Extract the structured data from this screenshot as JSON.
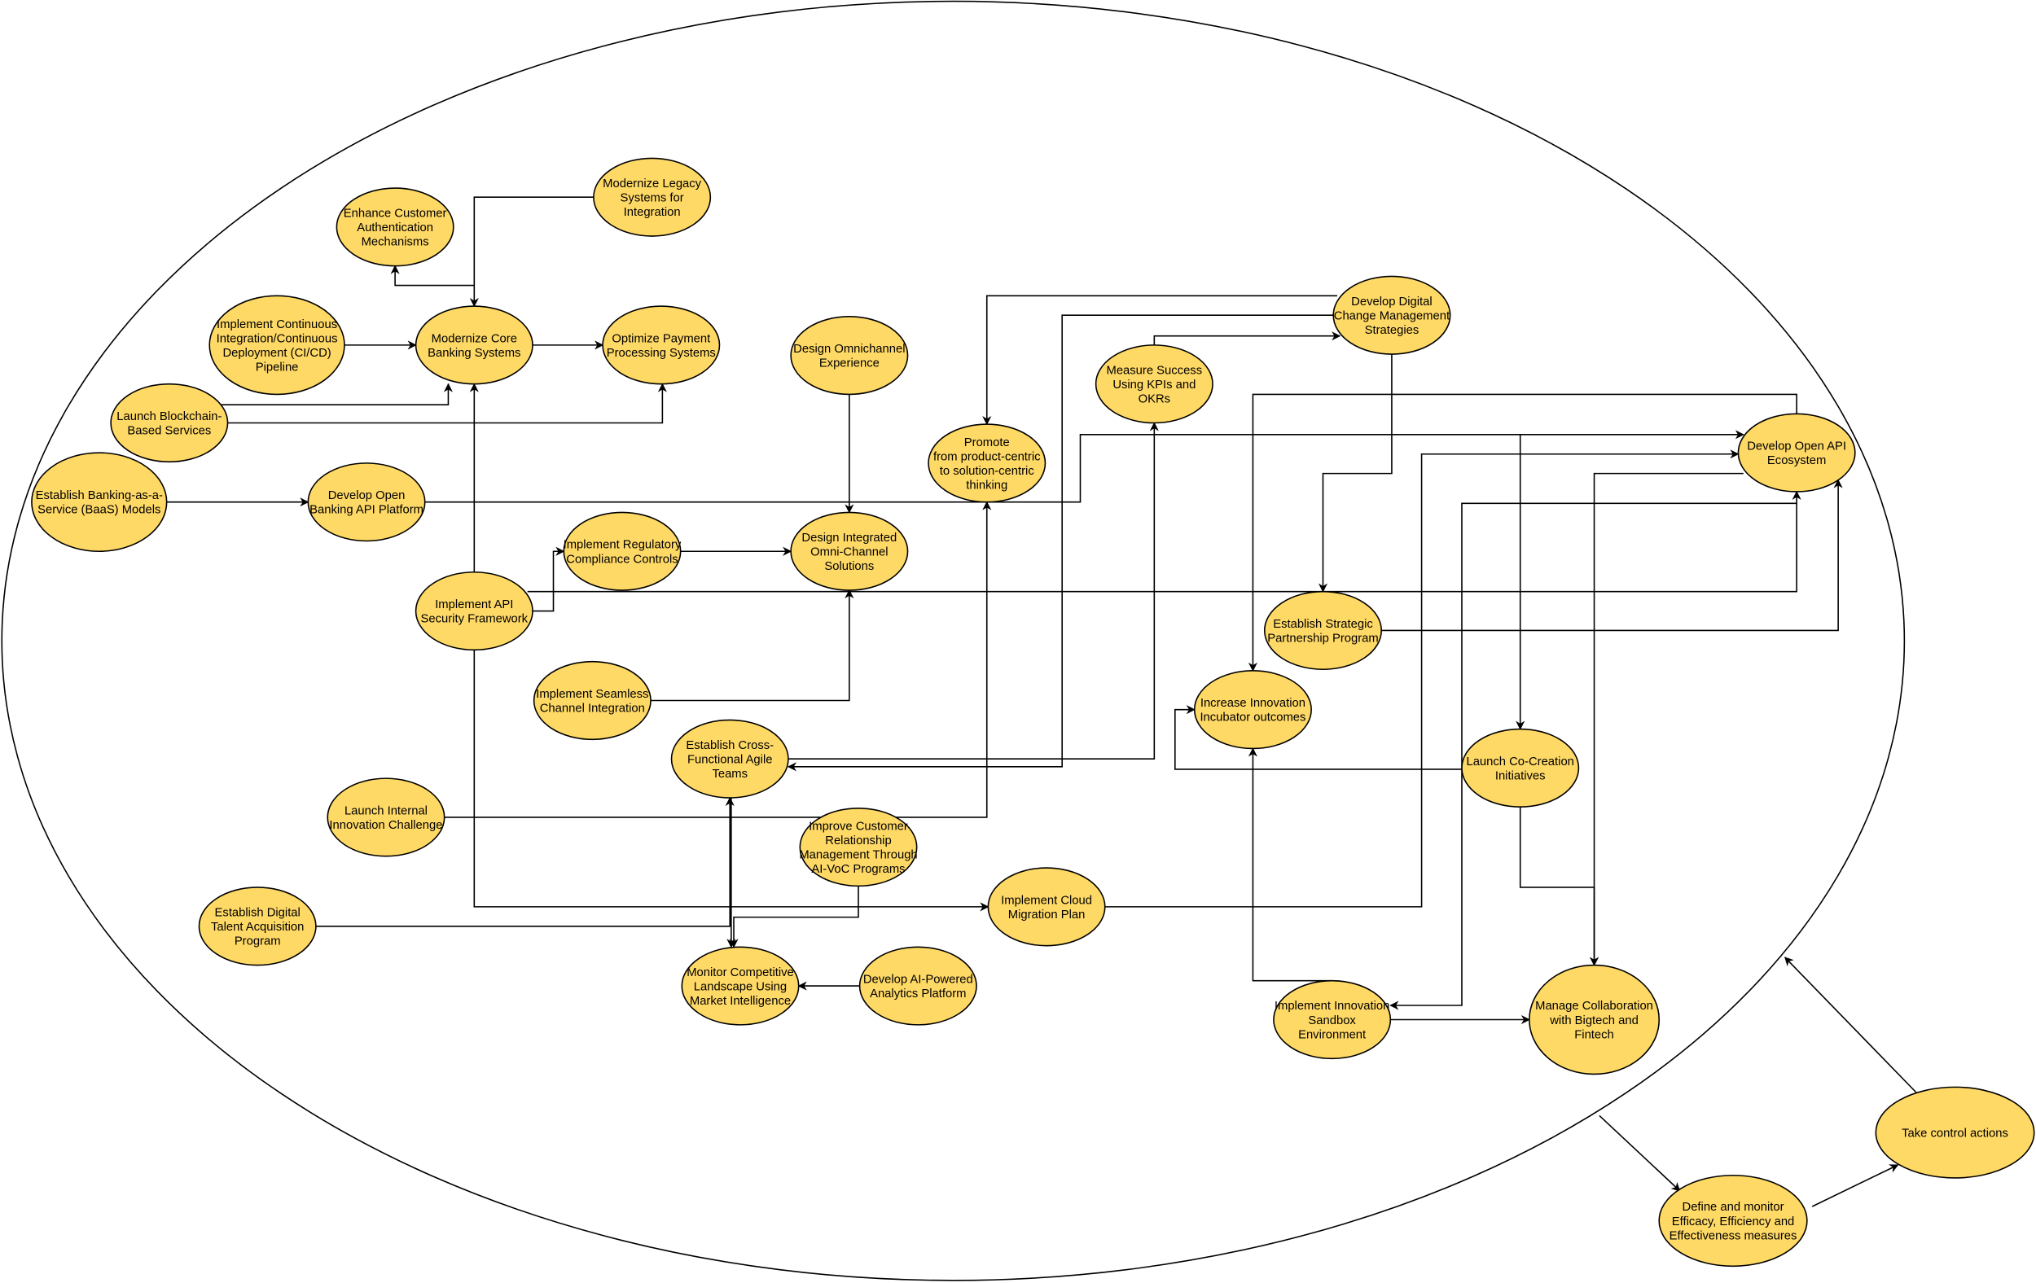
{
  "colors": {
    "node_fill": "#FFD966",
    "stroke": "#000000",
    "background": "#FFFFFF"
  },
  "nodes": [
    {
      "id": "enhance-auth",
      "lines": [
        "Enhance Customer",
        "Authentication",
        "Mechanisms"
      ]
    },
    {
      "id": "modernize-legacy",
      "lines": [
        "Modernize Legacy",
        "Systems for",
        "Integration"
      ]
    },
    {
      "id": "cicd",
      "lines": [
        "Implement Continuous",
        "Integration/Continuous",
        "Deployment (CI/CD)",
        "Pipeline"
      ]
    },
    {
      "id": "modernize-core",
      "lines": [
        "Modernize Core",
        "Banking Systems"
      ]
    },
    {
      "id": "optimize-payment",
      "lines": [
        "Optimize Payment",
        "Processing Systems"
      ]
    },
    {
      "id": "blockchain",
      "lines": [
        "Launch Blockchain-",
        "Based Services"
      ]
    },
    {
      "id": "baas",
      "lines": [
        "Establish Banking-as-a-",
        "Service (BaaS) Models"
      ]
    },
    {
      "id": "open-banking-api",
      "lines": [
        "Develop Open",
        "Banking API Platform"
      ]
    },
    {
      "id": "omnichannel-exp",
      "lines": [
        "Design Omnichannel",
        "Experience"
      ]
    },
    {
      "id": "promote",
      "lines": [
        "Promote",
        "from product-centric",
        "to solution-centric",
        "thinking"
      ]
    },
    {
      "id": "regulatory",
      "lines": [
        "Implement Regulatory",
        "Compliance Controls"
      ]
    },
    {
      "id": "integrated-omni",
      "lines": [
        "Design Integrated",
        "Omni-Channel",
        "Solutions"
      ]
    },
    {
      "id": "api-security",
      "lines": [
        "Implement API",
        "Security Framework"
      ]
    },
    {
      "id": "digital-change",
      "lines": [
        "Develop Digital",
        "Change Management",
        "Strategies"
      ]
    },
    {
      "id": "measure-success",
      "lines": [
        "Measure Success",
        "Using KPIs and",
        "OKRs"
      ]
    },
    {
      "id": "open-api-ecosystem",
      "lines": [
        "Develop Open API",
        "Ecosystem"
      ]
    },
    {
      "id": "strategic-partnership",
      "lines": [
        "Establish Strategic",
        "Partnership Program"
      ]
    },
    {
      "id": "innovation-incubator",
      "lines": [
        "Increase Innovation",
        "Incubator outcomes"
      ]
    },
    {
      "id": "seamless-channel",
      "lines": [
        "Implement Seamless",
        "Channel Integration"
      ]
    },
    {
      "id": "agile-teams",
      "lines": [
        "Establish Cross-",
        "Functional Agile",
        "Teams"
      ]
    },
    {
      "id": "co-creation",
      "lines": [
        "Launch Co-Creation",
        "Initiatives"
      ]
    },
    {
      "id": "internal-challenge",
      "lines": [
        "Launch Internal",
        "Innovation Challenge"
      ]
    },
    {
      "id": "crm-ai-voc",
      "lines": [
        "Improve Customer",
        "Relationship",
        "Management Through",
        "AI-VoC Programs"
      ]
    },
    {
      "id": "cloud-migration",
      "lines": [
        "Implement Cloud",
        "Migration Plan"
      ]
    },
    {
      "id": "talent-acquisition",
      "lines": [
        "Establish Digital",
        "Talent Acquisition",
        "Program"
      ]
    },
    {
      "id": "monitor-competitive",
      "lines": [
        "Monitor Competitive",
        "Landscape Using",
        "Market Intelligence"
      ]
    },
    {
      "id": "ai-analytics",
      "lines": [
        "Develop AI-Powered",
        "Analytics Platform"
      ]
    },
    {
      "id": "innovation-sandbox",
      "lines": [
        "Implement Innovation",
        "Sandbox",
        "Environment"
      ]
    },
    {
      "id": "bigtech-fintech",
      "lines": [
        "Manage Collaboration",
        "with Bigtech and",
        "Fintech"
      ]
    },
    {
      "id": "control-actions",
      "lines": [
        "Take control actions"
      ]
    },
    {
      "id": "define-monitor",
      "lines": [
        "Define and monitor",
        "Efficacy, Efficiency and",
        "Effectiveness measures"
      ]
    }
  ]
}
